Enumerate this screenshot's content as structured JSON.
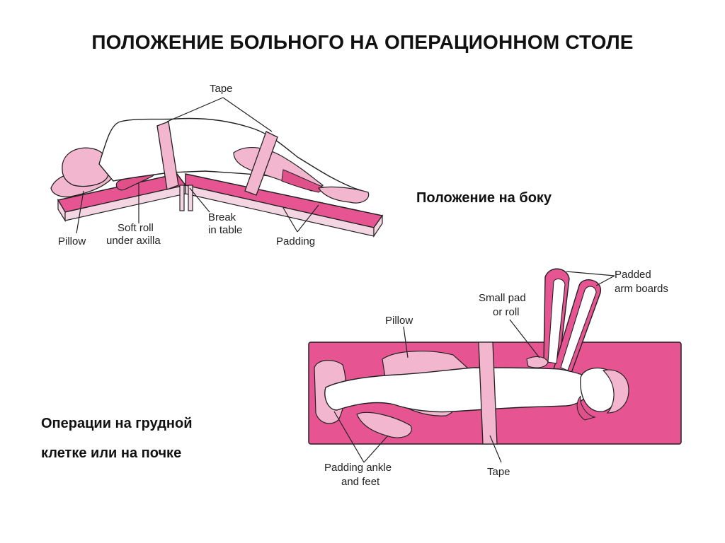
{
  "title": "ПОЛОЖЕНИЕ БОЛЬНОГО НА ОПЕРАЦИОННОМ СТОЛЕ",
  "captions": {
    "side_position": "Положение на боку",
    "operations_line1": "Операции на грудной",
    "operations_line2": "клетке или на почке"
  },
  "figure_side": {
    "labels": {
      "tape": "Tape",
      "pillow": "Pillow",
      "soft_roll_1": "Soft roll",
      "soft_roll_2": "under axilla",
      "break_1": "Break",
      "break_2": "in table",
      "padding": "Padding"
    }
  },
  "figure_supine": {
    "labels": {
      "padded_arm_1": "Padded",
      "padded_arm_2": "arm boards",
      "small_pad_1": "Small pad",
      "small_pad_2": "or roll",
      "pillow": "Pillow",
      "padding_ankle_1": "Padding ankle",
      "padding_ankle_2": "and feet",
      "tape": "Tape"
    }
  },
  "colors": {
    "pink": "#e0508a",
    "light_pink": "#f3b6cf",
    "table_pink": "#e65592",
    "outline": "#222222"
  }
}
